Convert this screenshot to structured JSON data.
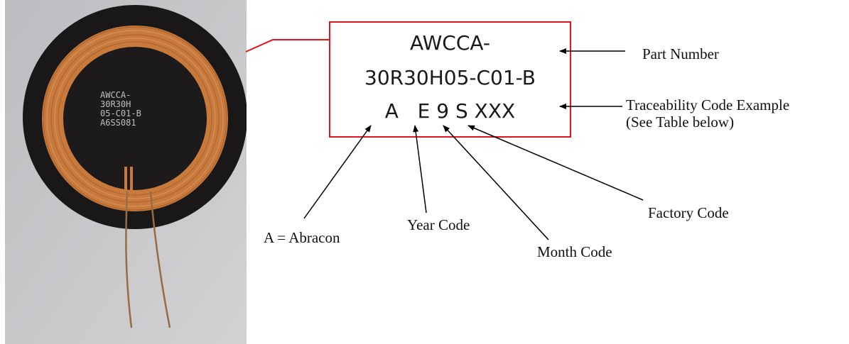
{
  "photo": {
    "alt": "Wireless charging coil photo",
    "coil_marking_lines": [
      "AWCCA-",
      "30R30H",
      "05-C01-B",
      "A6SS081"
    ]
  },
  "marking": {
    "line1": "AWCCA-",
    "line2": "30R30H05-C01-B",
    "line3": "A   E 9 S XXX"
  },
  "labels": {
    "part_number": "Part Number",
    "traceability_line1": "Traceability Code Example",
    "traceability_line2": "(See Table below)",
    "abracon_line1": "A = Abracon",
    "year_code": "Year Code",
    "factory_code": "Factory Code",
    "month_code": "Month Code"
  },
  "colors": {
    "callout_red": "#e8141c",
    "arrow_black": "#000000"
  }
}
